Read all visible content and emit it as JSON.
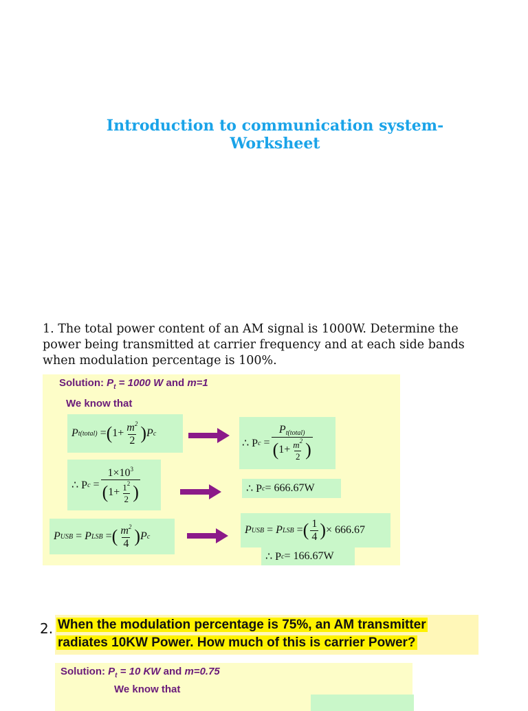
{
  "title": {
    "line1": "Introduction to communication system-",
    "line2": "Worksheet"
  },
  "question1": {
    "text": "1. The total power content of an AM signal is 1000W. Determine the power being transmitted at carrier frequency and at each side bands when modulation percentage is 100%."
  },
  "solution1": {
    "label": "Solution:",
    "given_p": "P",
    "given_sub": "t",
    "given_value": " = 1000 W ",
    "given_and": " and ",
    "given_m": "m=1",
    "we_know": "We know that",
    "eq1": {
      "lhs": "P",
      "lhs_sub": "t(total)",
      "one": "1+",
      "num": "m",
      "num_sup": "2",
      "den": "2",
      "pc": "P",
      "pc_sub": "c"
    },
    "eq2": {
      "lhs": "∴ P",
      "lhs_sub": "c",
      "num": "P",
      "num_sub": "t(total)",
      "one": "1+",
      "inner_num": "m",
      "inner_sup": "2",
      "inner_den": "2"
    },
    "eq3": {
      "lhs": "∴ P",
      "lhs_sub": "c",
      "num": "1×10",
      "num_sup": "3",
      "one": "1+",
      "inner_num": "1",
      "inner_sup": "2",
      "inner_den": "2"
    },
    "eq4": {
      "lhs": "∴ P",
      "lhs_sub": "c",
      "rhs": " = 666.67W"
    },
    "eq5": {
      "p1": "P",
      "p1_sub": "USB",
      "p2": "P",
      "p2_sub": "LSB",
      "num": "m",
      "num_sup": "2",
      "den": "4",
      "pc": "P",
      "pc_sub": "c"
    },
    "eq6": {
      "p1": "P",
      "p1_sub": "USB",
      "p2": "P",
      "p2_sub": "LSB",
      "num": "1",
      "den": "4",
      "rhs": "× 666.67"
    },
    "eq7": {
      "lhs": "∴ P",
      "lhs_sub": "c",
      "rhs": " = 166.67W"
    }
  },
  "question2": {
    "number": "2.",
    "line1": "When the modulation percentage is 75%, an AM transmitter",
    "line2": "radiates 10KW Power. How much of this is carrier Power?"
  },
  "solution2": {
    "label": "Solution:",
    "given_p": "P",
    "given_sub": "t",
    "given_value": " = 10 KW ",
    "given_and": " and ",
    "given_m": "m=0.75",
    "we_know": "We know that"
  },
  "colors": {
    "title": "#1aa3e8",
    "solution_bg": "#fdfdc8",
    "equation_bg": "#c9f7c9",
    "arrow": "#8b1a89",
    "highlight": "#fef200",
    "solution_text": "#6a1b7a"
  }
}
